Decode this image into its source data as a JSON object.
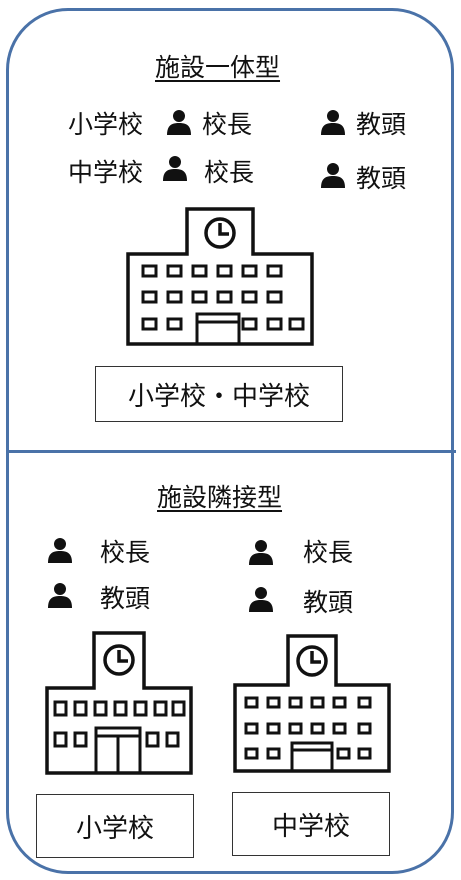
{
  "top_section": {
    "title": "施設一体型",
    "rows": [
      {
        "school": "小学校",
        "principal": "校長",
        "vice_principal": "教頭"
      },
      {
        "school": "中学校",
        "principal": "校長",
        "vice_principal": "教頭"
      }
    ],
    "building_label": "小学校・中学校"
  },
  "bottom_section": {
    "title": "施設隣接型",
    "left": {
      "principal": "校長",
      "vice_principal": "教頭",
      "building_label": "小学校"
    },
    "right": {
      "principal": "校長",
      "vice_principal": "教頭",
      "building_label": "中学校"
    }
  },
  "colors": {
    "border": "#4a72a8",
    "ink": "#111111"
  },
  "icons": [
    "person-icon",
    "school-building-icon",
    "clock-icon"
  ]
}
